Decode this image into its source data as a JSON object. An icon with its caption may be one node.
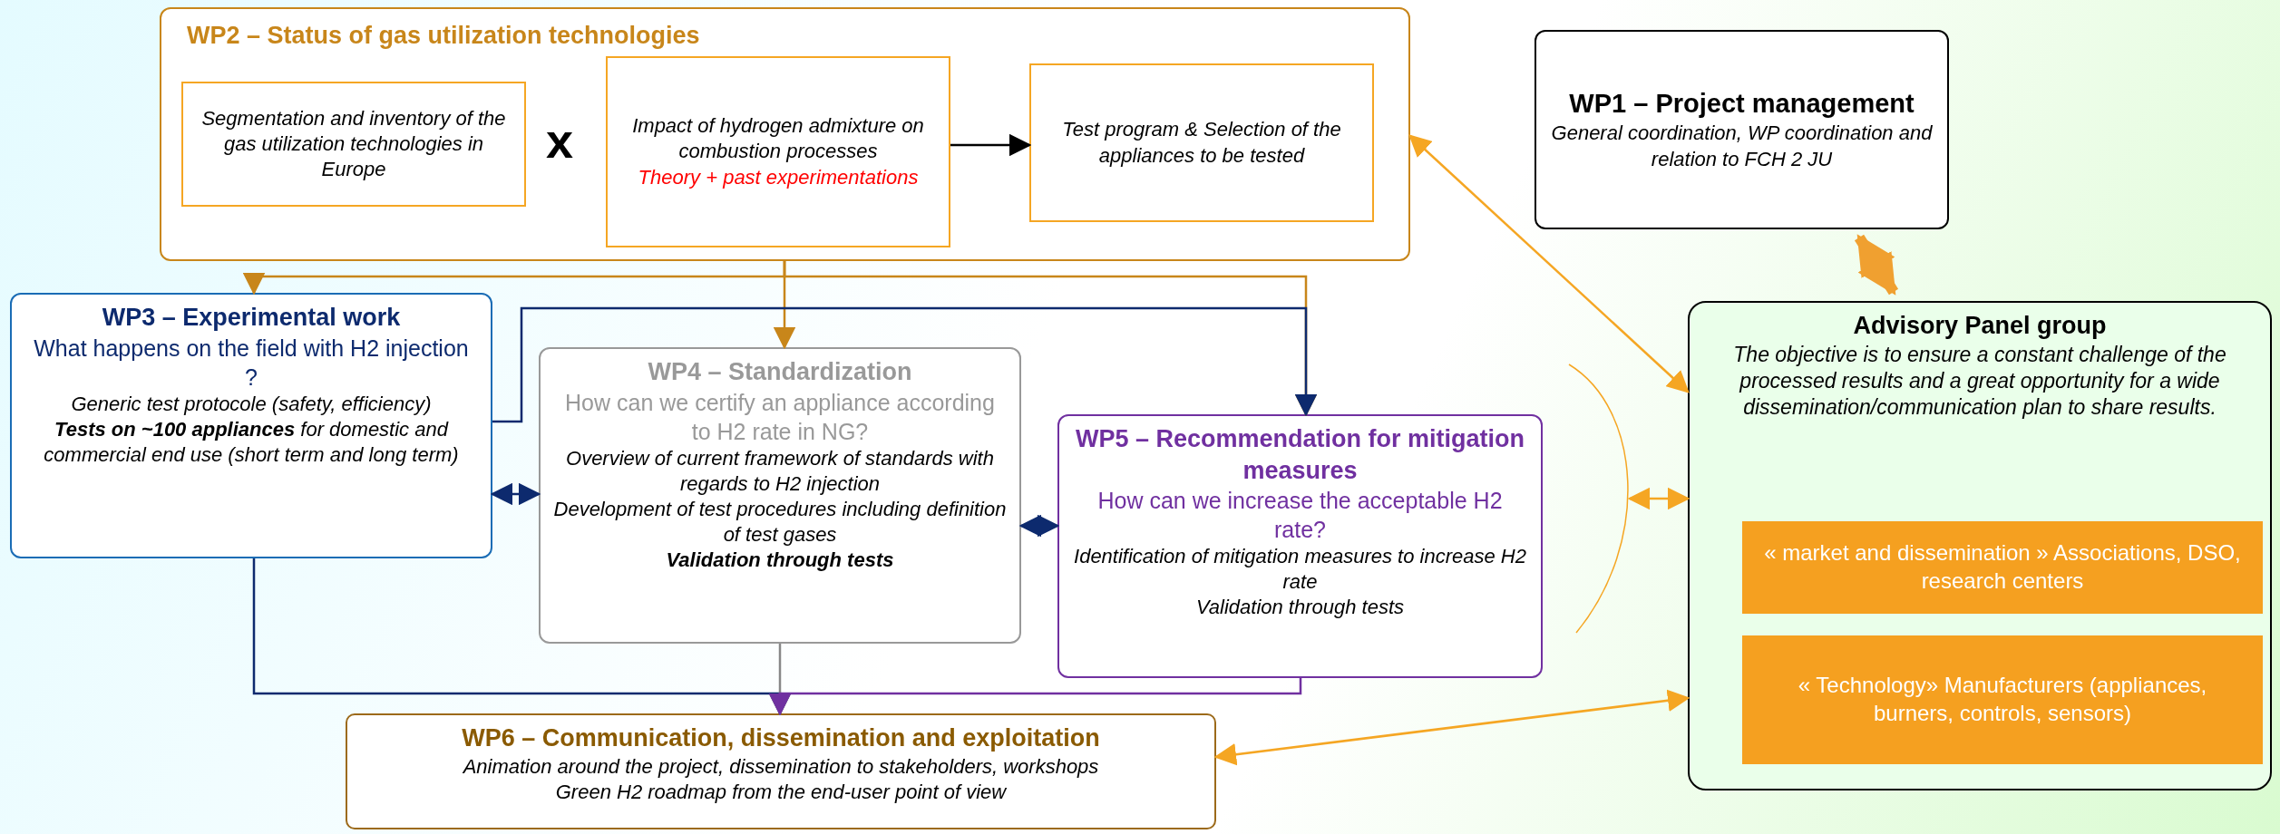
{
  "diagram": {
    "nodes": [
      {
        "text": [
          "WP2 – Status of gas utilization technologies"
        ]
      },
      {
        "text": [
          "Segmentation and inventory of the gas utilization technologies in Europe"
        ],
        "in": 0
      },
      {
        "text": [
          "Impact of hydrogen admixture on combustion processes",
          "Theory + past experimentations"
        ],
        "in": 0
      },
      {
        "text": [
          "Test program & Selection of the appliances to be tested"
        ],
        "in": 0
      },
      {
        "text": [
          "WP1 – Project management",
          "General coordination, WP coordination and relation to FCH 2 JU"
        ]
      },
      {
        "text": [
          "WP3 – Experimental work",
          "What happens on the field with H2 injection ?",
          "Generic test protocole (safety, efficiency)",
          "**Tests on ~100 appliances** for domestic and commercial end use (short term and long term)"
        ]
      },
      {
        "text": [
          "WP4 – Standardization",
          "How can we certify an appliance according to H2 rate in NG?",
          "Overview of current framework of standards with regards to H2 injection",
          "Development of test procedures including definition of test gases",
          "Validation through tests"
        ]
      },
      {
        "text": [
          "WP5 – Recommendation for mitigation measures",
          "How can we increase the acceptable H2 rate?",
          "Identification of mitigation measures to increase H2 rate",
          "Validation through tests"
        ]
      },
      {
        "text": [
          "WP6 – Communication, dissemination and exploitation",
          "Animation around the project, dissemination to stakeholders, workshops",
          "Green H2 roadmap from the end-user point of view"
        ]
      },
      {
        "text": [
          "Advisory Panel group",
          "The objective is to ensure a constant challenge of the processed results and a great opportunity for a wide dissemination/communication plan to share results."
        ]
      },
      {
        "text": [
          "« market and dissemination » Associations, DSO, research centers"
        ],
        "in": 9
      },
      {
        "text": [
          "« Technology» Manufacturers (appliances, burners, controls, sensors)"
        ],
        "in": 9
      },
      {
        "text": [],
        "shape": "arc"
      }
    ],
    "edges": [
      {
        "from": 2,
        "to": 3,
        "arrow": "to",
        "color": "#000000"
      },
      {
        "from": 0,
        "to": 5,
        "arrow": "to",
        "color": "#c8861a"
      },
      {
        "from": 0,
        "to": 6,
        "arrow": "to",
        "color": "#c8861a"
      },
      {
        "from": 0,
        "to": 7,
        "arrow": "to",
        "color": "#c8861a"
      },
      {
        "from": 5,
        "to": 7,
        "arrow": "to",
        "color": "#0d2a6e"
      },
      {
        "from": 5,
        "to": 6,
        "arrow": "both",
        "color": "#0d2a6e"
      },
      {
        "from": 6,
        "to": 7,
        "arrow": "both",
        "color": "#0d2a6e"
      },
      {
        "from": 5,
        "to": 8,
        "arrow": "to",
        "color": "#0d2a6e"
      },
      {
        "from": 6,
        "to": 8,
        "arrow": "to",
        "color": "#888888"
      },
      {
        "from": 7,
        "to": 8,
        "arrow": "to",
        "color": "#7030a0"
      },
      {
        "from": 4,
        "to": 9,
        "arrow": "both",
        "style": "thick",
        "color": "#f0a030"
      },
      {
        "from": 0,
        "to": 9,
        "arrow": "both",
        "color": "#f5a623"
      },
      {
        "from": 12,
        "to": 9,
        "arrow": "both",
        "color": "#f5a623"
      },
      {
        "from": 8,
        "to": 9,
        "arrow": "both",
        "color": "#f5a623"
      }
    ],
    "labels": [
      "x"
    ]
  }
}
